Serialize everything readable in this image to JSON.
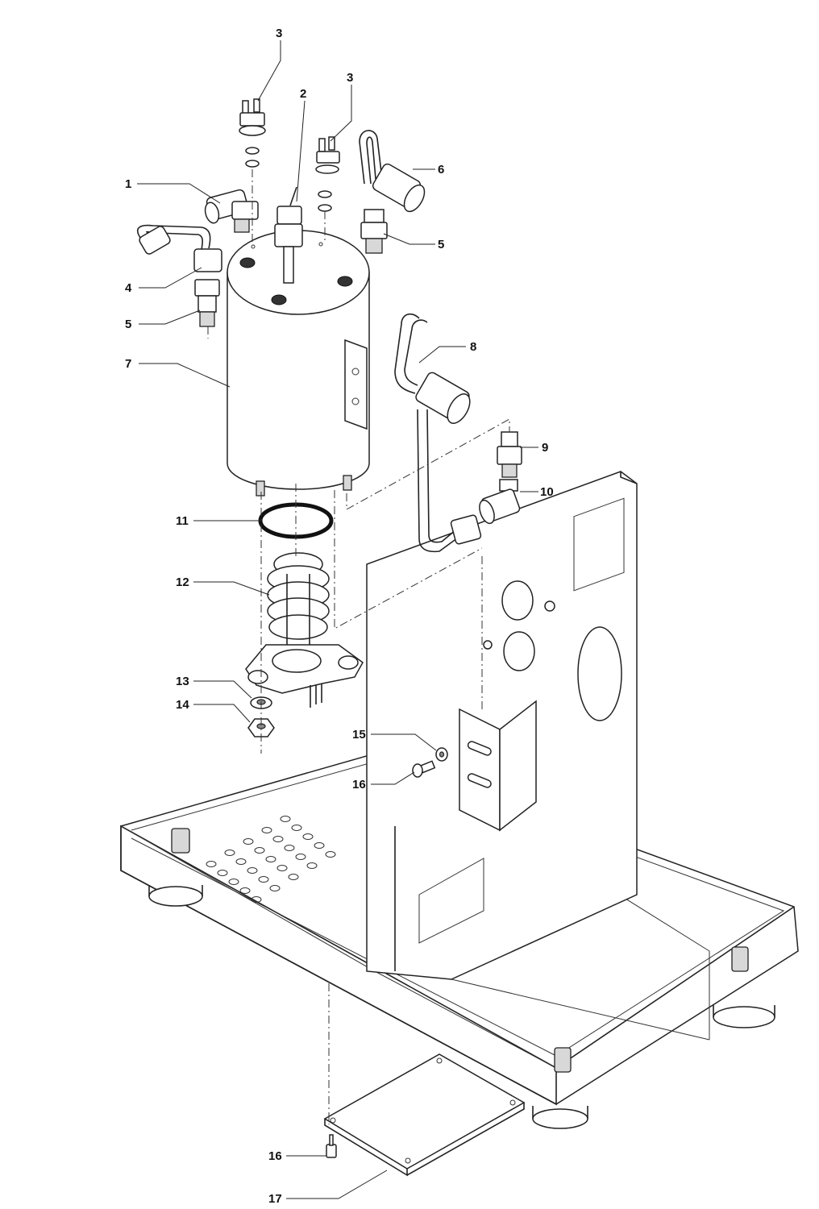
{
  "diagram": {
    "callouts": {
      "c1": "1",
      "c2": "2",
      "c3a": "3",
      "c3b": "3",
      "c4": "4",
      "c5a": "5",
      "c5b": "5",
      "c6": "6",
      "c7": "7",
      "c8": "8",
      "c9": "9",
      "c10": "10",
      "c11": "11",
      "c12": "12",
      "c13": "13",
      "c14": "14",
      "c15": "15",
      "c16a": "16",
      "c16b": "16",
      "c17": "17"
    }
  }
}
